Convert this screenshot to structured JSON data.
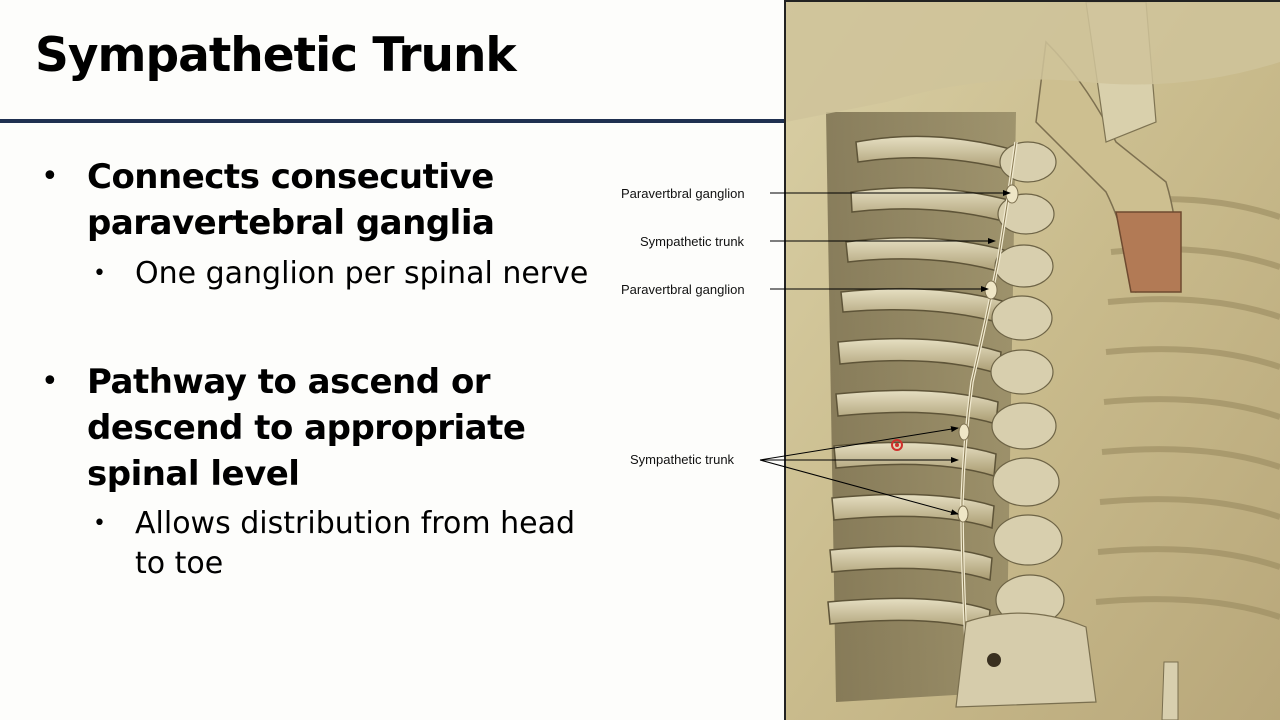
{
  "slide": {
    "title": "Sympathetic Trunk",
    "bullets": [
      {
        "text": "Connects consecutive paravertebral ganglia",
        "sub": [
          "One ganglion per spinal nerve"
        ]
      },
      {
        "text": "Pathway to ascend or descend to appropriate spinal level",
        "sub": [
          "Allows distribution from head to toe"
        ]
      }
    ]
  },
  "figure": {
    "callouts": [
      "Paravertbral ganglion",
      "Sympathetic trunk",
      "Paravertbral ganglion",
      "Sympathetic trunk"
    ]
  },
  "colors": {
    "title_rule": "#1f3050",
    "background": "#fdfdfb",
    "laser_pointer": "#d0302c"
  }
}
